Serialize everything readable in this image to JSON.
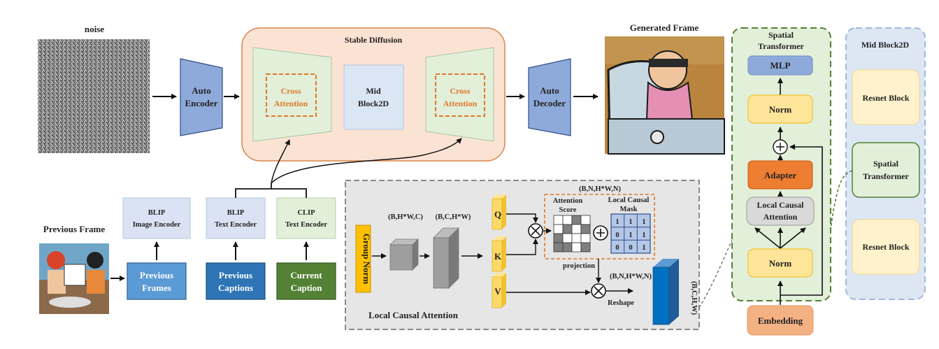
{
  "labels": {
    "noise": "noise",
    "stable_diffusion": "Stable Diffusion",
    "generated_frame": "Generated Frame",
    "auto_encoder": [
      "Auto",
      "Encoder"
    ],
    "auto_decoder": [
      "Auto",
      "Decoder"
    ],
    "cross_attention": [
      "Cross",
      "Attention"
    ],
    "mid_block": [
      "Mid",
      "Block2D"
    ],
    "previous_frame": "Previous Frame",
    "blip_image_encoder": [
      "BLIP",
      "Image Encoder"
    ],
    "blip_text_encoder": [
      "BLIP",
      "Text Encoder"
    ],
    "clip_text_encoder": [
      "CLIP",
      "Text Encoder"
    ],
    "previous_frames": [
      "Previous",
      "Frames"
    ],
    "previous_captions": [
      "Previous",
      "Captions"
    ],
    "current_caption": [
      "Current",
      "Caption"
    ],
    "group_norm": "Group Norm",
    "local_causal_attention": "Local Causal Attention",
    "dim_bhwc": "(B,H*W,C)",
    "dim_bchw": "(B,C,H*W)",
    "dim_bnhwn_top": "(B,N,H*W,N)",
    "dim_bnhwn_bottom": "(B,N,H*W,N)",
    "dim_bchw_rot": "(B,C,H,W)",
    "q": "Q",
    "k": "K",
    "v": "V",
    "attention_score": [
      "Attention",
      "Score"
    ],
    "local_causal_mask": [
      "Local Causal",
      "Mask"
    ],
    "mask_values": [
      "1",
      "1",
      "1",
      "0",
      "1",
      "1",
      "0",
      "0",
      "1"
    ],
    "projection": "projection",
    "reshape": "Reshape",
    "spatial_transformer_title": [
      "Spatial",
      "Transformer"
    ],
    "mlp": "MLP",
    "norm": "Norm",
    "adapter": "Adapter",
    "local_causal_attention_block": [
      "Local Causal",
      "Attention"
    ],
    "embedding": "Embedding",
    "mid_block_2d_title": "Mid Block2D",
    "resnet_block": "Resnet Block",
    "spatial_transformer_block": [
      "Spatial",
      "Transformer"
    ]
  },
  "colors": {
    "sd_fill": "#fbe3d4",
    "sd_border": "#d9834c",
    "unet_green": "#e2efd9",
    "encoder_blue": "#8eaadb",
    "encoder_border": "#2f4e8a",
    "blip_fill": "#dae3f3",
    "mid_fill": "#dbe6f4",
    "yellow": "#ffe599",
    "yellow_border": "#f1c232",
    "adapter": "#ed7d31",
    "mlp": "#8eaadb",
    "embedding": "#f4b183",
    "prev_frames_btn": "#5b9bd5",
    "prev_captions_btn": "#2e75b6",
    "current_caption_btn": "#548235",
    "gray_panel": "#e6e6e6",
    "accent_blue": "#0070c0"
  }
}
